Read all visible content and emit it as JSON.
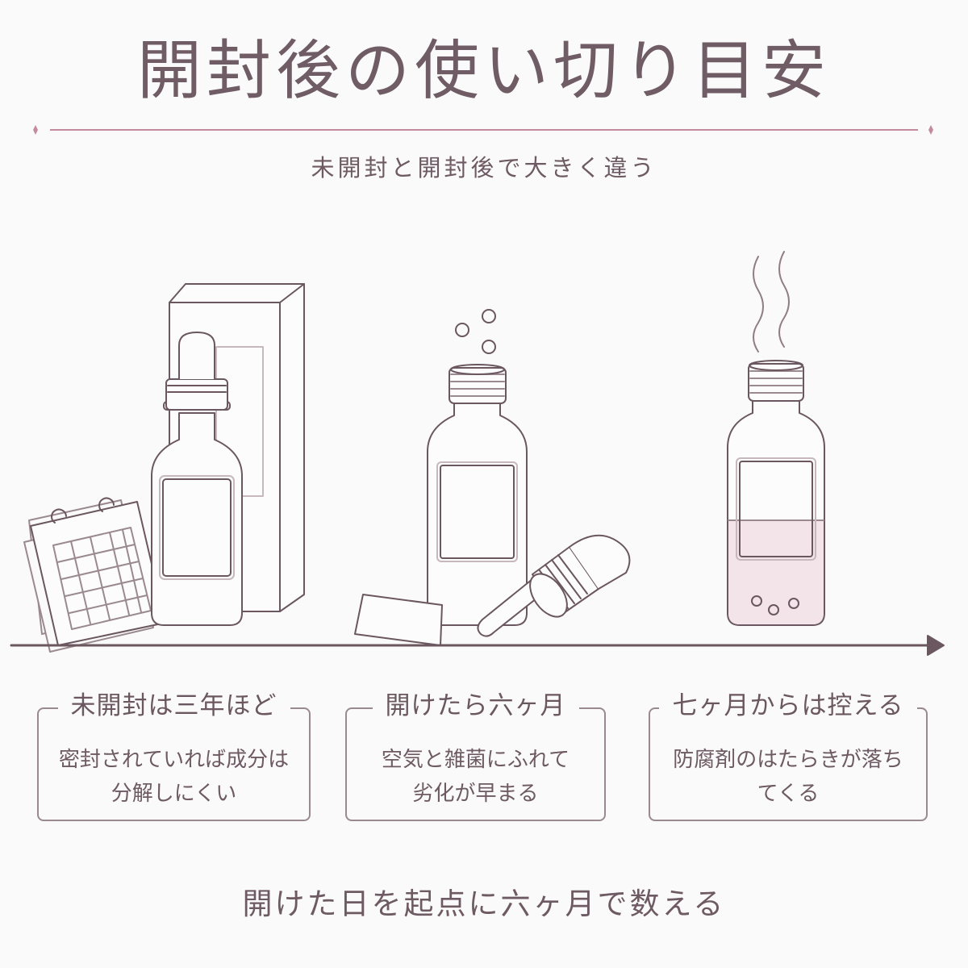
{
  "header": {
    "title": "開封後の使い切り目安",
    "subtitle": "未開封と開封後で大きく違う"
  },
  "cards": [
    {
      "title": "未開封は三年ほど",
      "body": "密封されていれば成分は分解しにくい"
    },
    {
      "title": "開けたら六ヶ月",
      "body": "空気と雑菌にふれて劣化が早まる"
    },
    {
      "title": "七ヶ月からは控える",
      "body": "防腐剤のはたらきが落ちてくる"
    }
  ],
  "footer": {
    "note": "開けた日を起点に六ヶ月で数える"
  },
  "colors": {
    "line": "#6b575f",
    "accent": "#c48a9e",
    "fill_liquid": "#f3e4ea"
  },
  "icons": [
    "calendar-icon",
    "dropper-bottle-icon",
    "product-box-icon",
    "open-bottle-icon",
    "bubbles-icon",
    "odor-wavy-lines-icon"
  ]
}
